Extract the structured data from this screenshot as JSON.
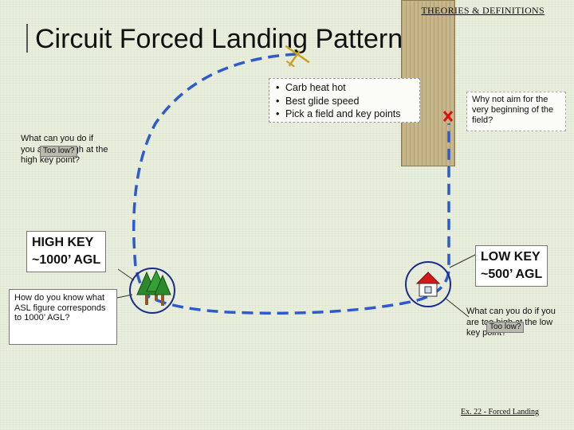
{
  "header": {
    "tag": "THEORIES & DEFINITIONS"
  },
  "title": "Circuit Forced Landing Pattern",
  "checklist": [
    "Carb heat hot",
    "Best glide speed",
    "Pick a field and key points"
  ],
  "why_box": "Why not aim for the very beginning of the field?",
  "high_question": "What can you do if you are too high at the high key point?",
  "too_low_overlay": "Too low?",
  "high_key": {
    "line1": "HIGH KEY",
    "line2": "~1000’ AGL"
  },
  "low_key": {
    "line1": "LOW KEY",
    "line2": "~500’ AGL"
  },
  "asl_question": "How do you know what ASL figure corresponds to 1000’ AGL?",
  "low_question": "What can you do if you are too high at the low key point?",
  "footer": "Ex. 22 - Forced Landing",
  "colors": {
    "path": "#2e5ad0",
    "background": "#e9eedd",
    "runway": "#c6b68a",
    "marker_x": "#d11"
  }
}
